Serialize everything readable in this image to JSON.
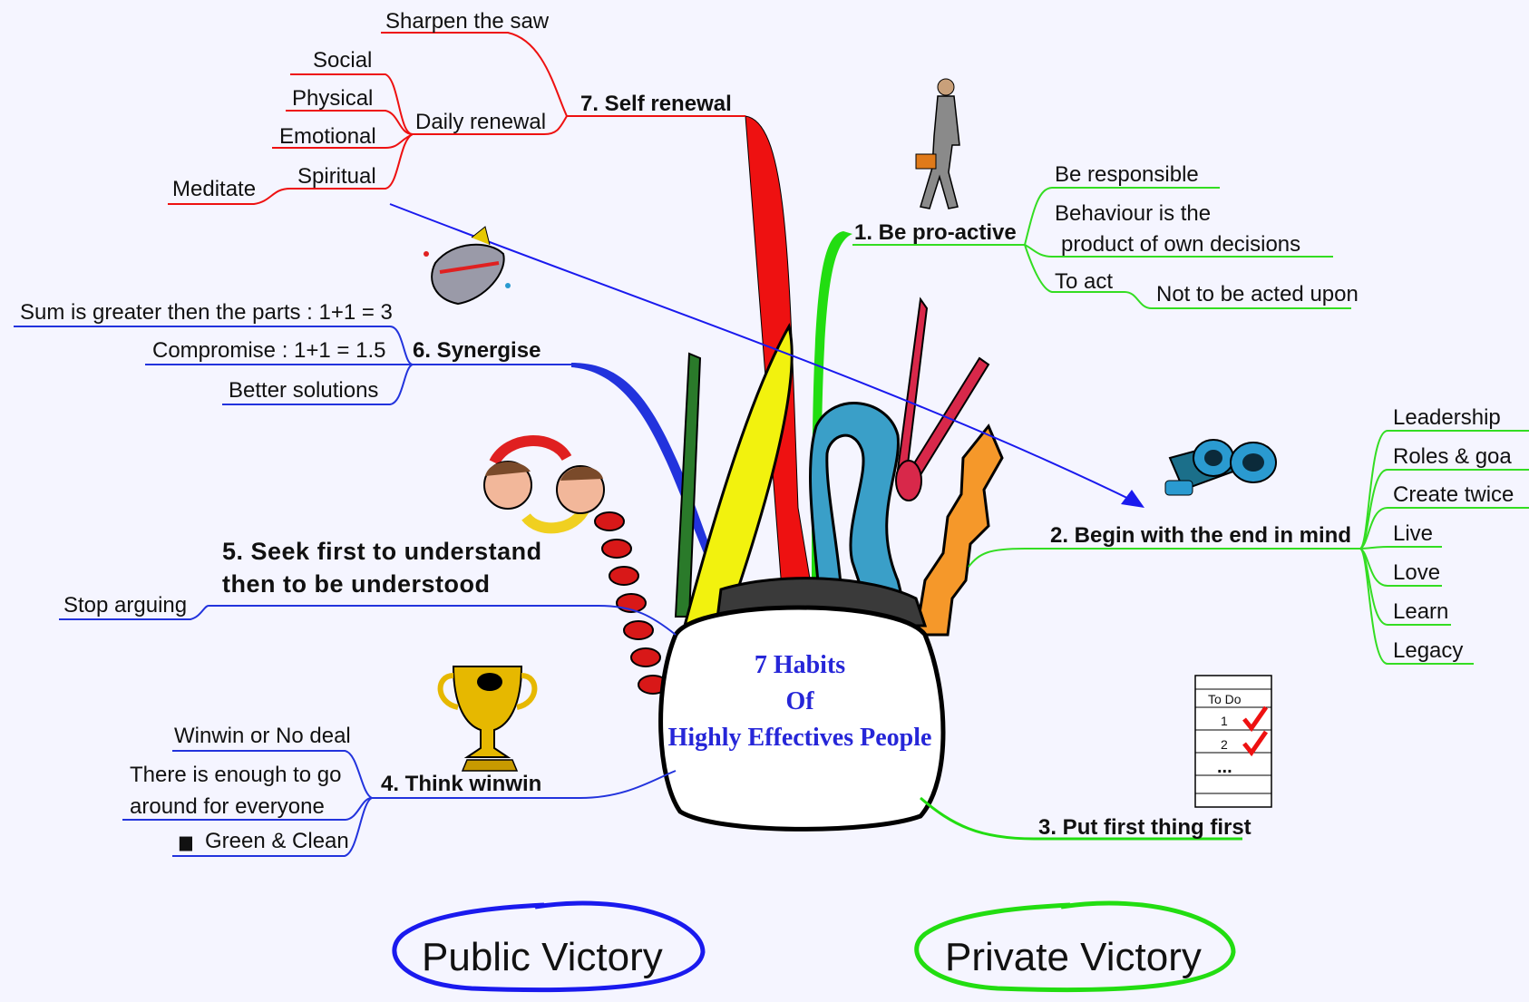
{
  "center": {
    "lines": [
      "7 Habits",
      "Of",
      "Highly Effectives People"
    ]
  },
  "habits": {
    "h1": {
      "title": "1. Be pro-active",
      "leaves": [
        "Be responsible",
        "Behaviour is the",
        "product of own decisions",
        "To act",
        "Not to be acted upon"
      ]
    },
    "h2": {
      "title": "2. Begin with the end in  mind",
      "leaves": [
        "Leadership",
        "Roles & goa",
        "Create twice",
        "Live",
        "Love",
        "Learn",
        "Legacy"
      ]
    },
    "h3": {
      "title": "3. Put first thing first",
      "todo": [
        "To Do",
        "1",
        "2",
        "..."
      ]
    },
    "h4": {
      "title": "4. Think winwin",
      "leaves": [
        "Winwin or No deal",
        "There is  enough to go",
        "around for everyone",
        "Green & Clean"
      ]
    },
    "h5": {
      "title_line1": "5. Seek first to understand",
      "title_line2": "then to be understood",
      "leaves": [
        "Stop arguing"
      ]
    },
    "h6": {
      "title": "6. Synergise",
      "leaves": [
        "Sum is greater then the parts : 1+1 = 3",
        "Compromise : 1+1 = 1.5",
        "Better solutions"
      ]
    },
    "h7": {
      "title": "7. Self renewal",
      "leaves": [
        "Sharpen the saw",
        "Daily renewal",
        "Social",
        "Physical",
        "Emotional",
        "Spiritual",
        "Meditate"
      ]
    }
  },
  "victories": {
    "public": "Public Victory",
    "private": "Private Victory"
  },
  "colors": {
    "h1": "#33dd22",
    "h2": "#33dd22",
    "h3": "#22dd11",
    "h4": "#2233dd",
    "h5": "#2233dd",
    "h6": "#2233dd",
    "h7": "#ee1111",
    "connector": "#1a1aee",
    "center_text": "#2626d8"
  }
}
